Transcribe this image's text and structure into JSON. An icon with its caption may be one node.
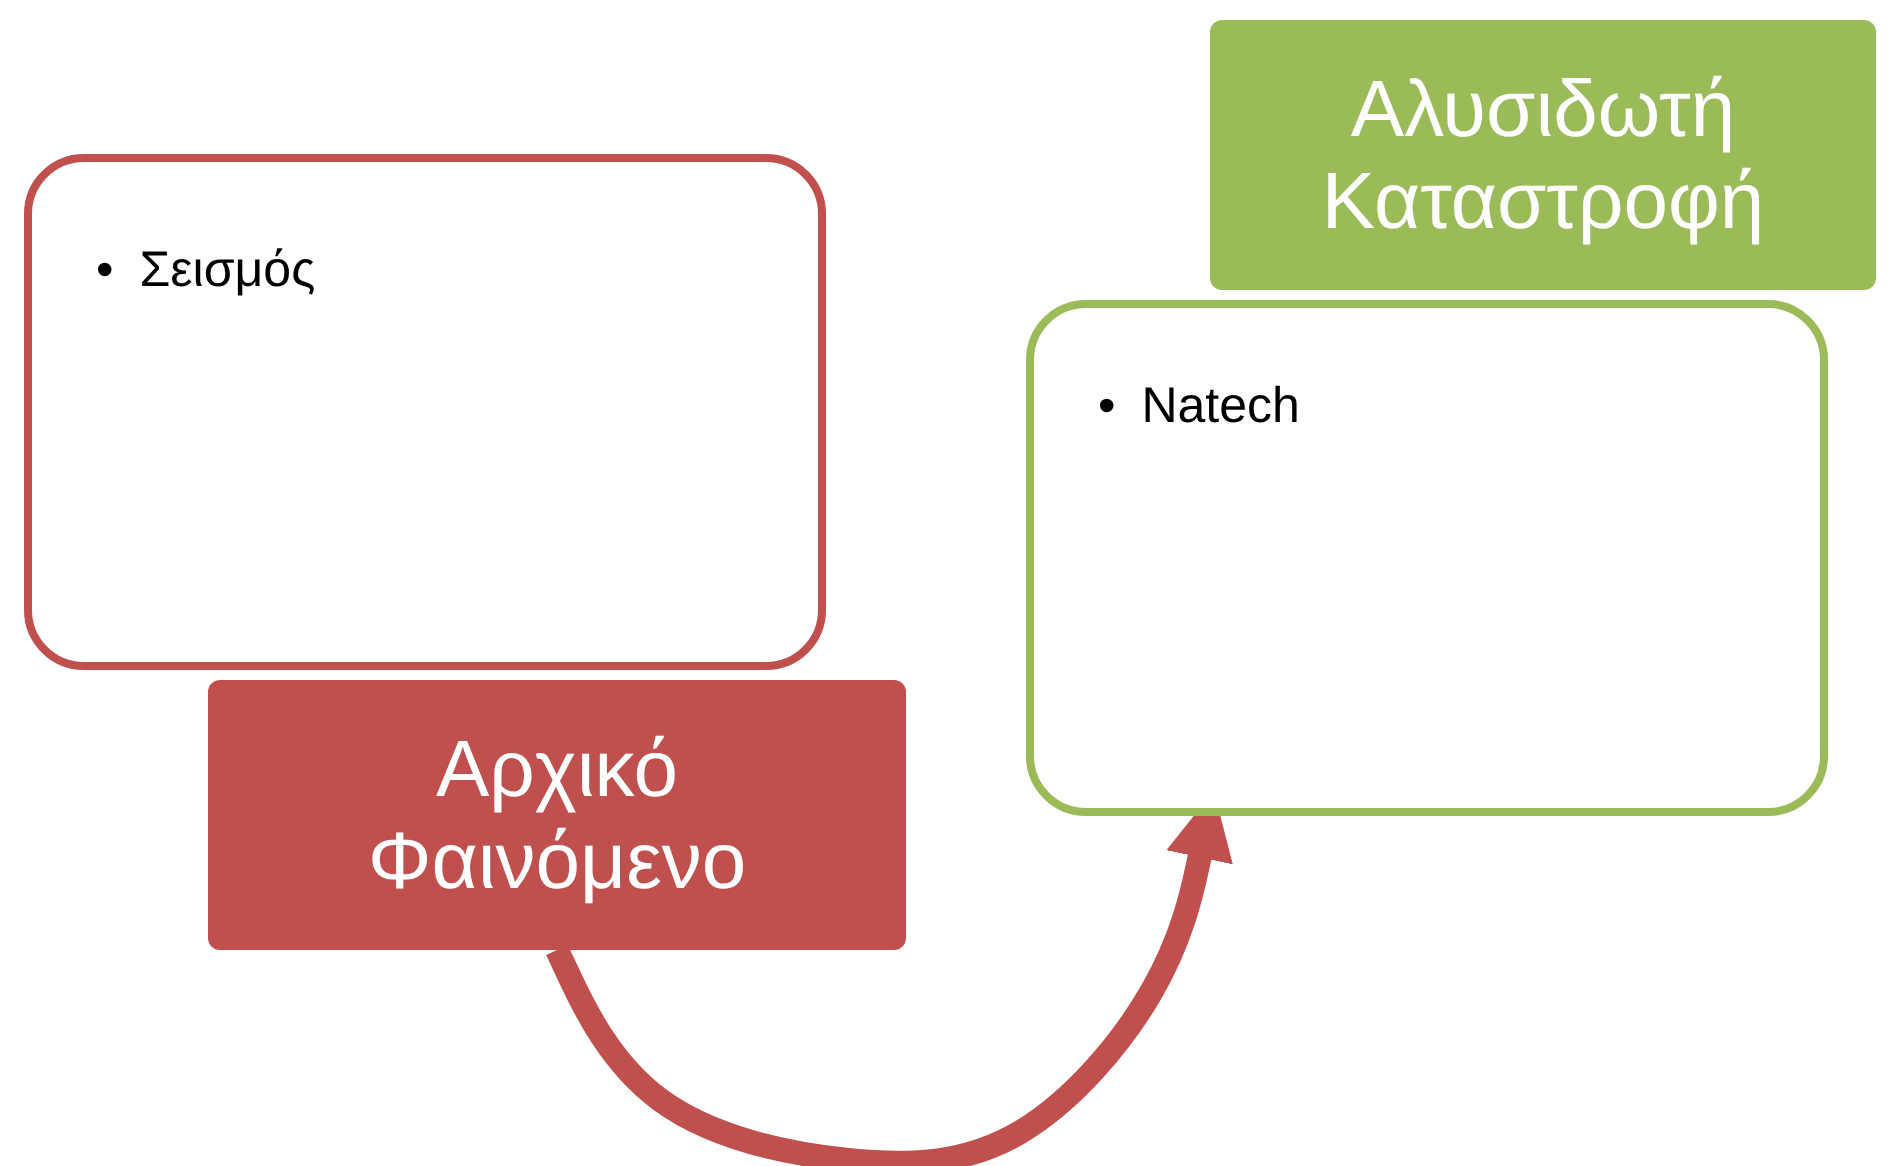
{
  "diagram": {
    "nodes": [
      {
        "text": [
          "• Σεισμός"
        ]
      },
      {
        "text": [
          "Αρχικό Φαινόμενο"
        ]
      },
      {
        "text": [
          "• Natech"
        ]
      },
      {
        "text": [
          "Αλυσιδωτή Καταστροφή"
        ]
      }
    ],
    "edges": [
      {
        "from": 1,
        "to": 2,
        "arrow": "to"
      }
    ]
  }
}
